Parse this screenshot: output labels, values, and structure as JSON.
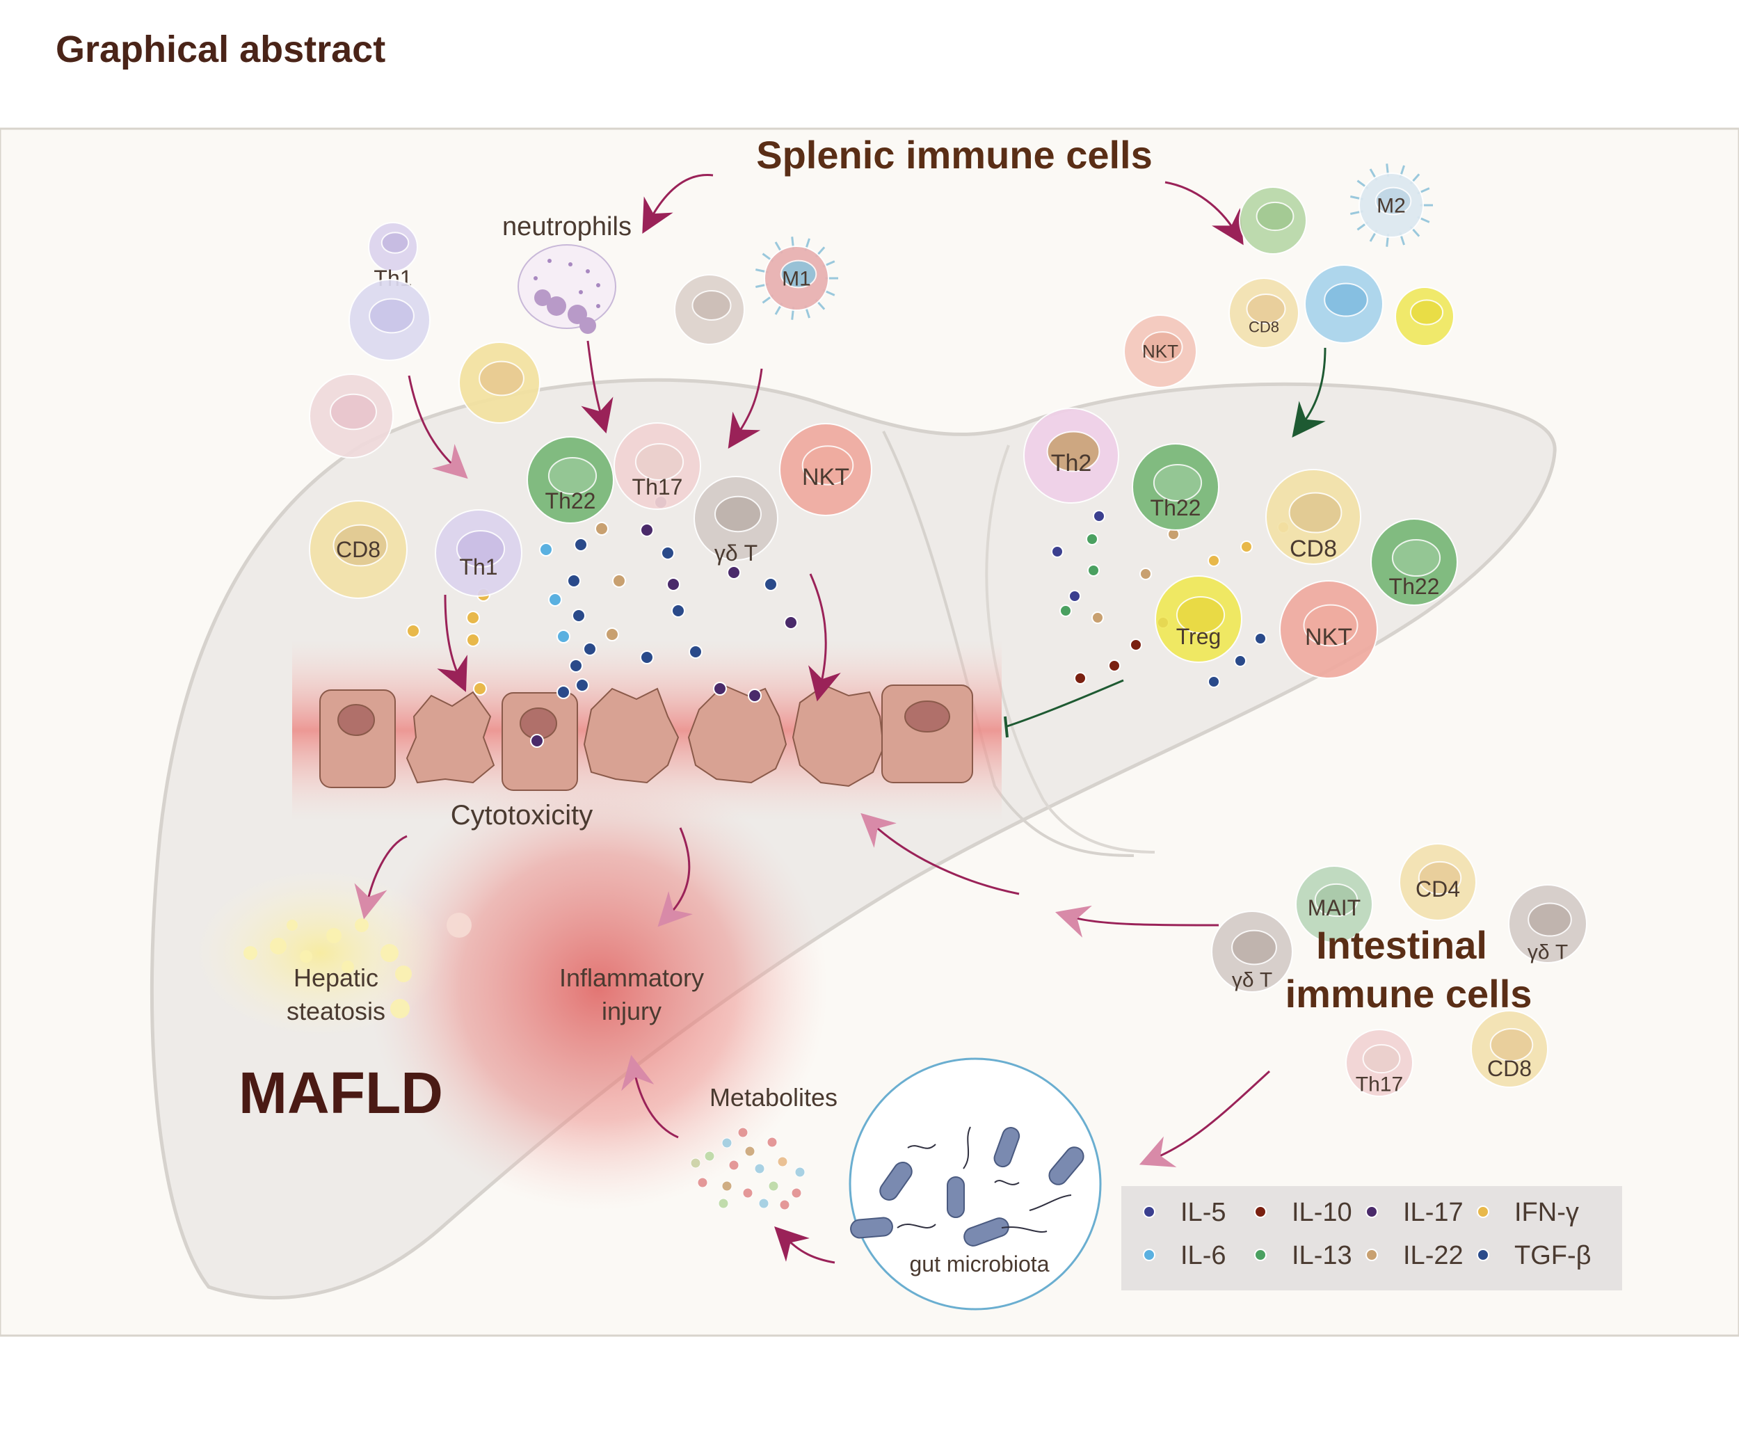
{
  "header": {
    "title": "Graphical abstract"
  },
  "diagram": {
    "splenic_title": "Splenic immune cells",
    "intestinal_title_line1": "Intestinal",
    "intestinal_title_line2": "immune cells",
    "neutrophils": "neutrophils",
    "cytotoxicity": "Cytotoxicity",
    "steatosis_line1": "Hepatic",
    "steatosis_line2": "steatosis",
    "inflammatory_line1": "Inflammatory",
    "inflammatory_line2": "injury",
    "disease": "MAFLD",
    "metabolites": "Metabolites",
    "microbiota": "gut microbiota",
    "cells": {
      "th1_top": "Th1",
      "m1": "M1",
      "m2": "M2",
      "nkt_spleen": "NKT",
      "cd8_spleen": "CD8",
      "th22_left": "Th22",
      "th17_left": "Th17",
      "nkt_left": "NKT",
      "cd8_left": "CD8",
      "th1_left": "Th1",
      "gd_left": "γδ T",
      "th2": "Th2",
      "th22_right": "Th22",
      "cd8_right": "CD8",
      "th22_far": "Th22",
      "treg": "Treg",
      "nkt_right": "NKT",
      "mait": "MAIT",
      "cd4": "CD4",
      "gd_int_right": "γδ T",
      "gd_int_left": "γδ T",
      "th17_int": "Th17",
      "cd8_int": "CD8"
    }
  },
  "legend": {
    "items": [
      {
        "label": "IL-5",
        "color": "#3b3f8f"
      },
      {
        "label": "IL-10",
        "color": "#7a2010"
      },
      {
        "label": "IL-17",
        "color": "#4a2a6a"
      },
      {
        "label": "IFN-γ",
        "color": "#e8b84a"
      },
      {
        "label": "IL-6",
        "color": "#5ab0e0"
      },
      {
        "label": "IL-13",
        "color": "#4aa060"
      },
      {
        "label": "IL-22",
        "color": "#c8a070"
      },
      {
        "label": "TGF-β",
        "color": "#2a4a8a"
      }
    ]
  }
}
